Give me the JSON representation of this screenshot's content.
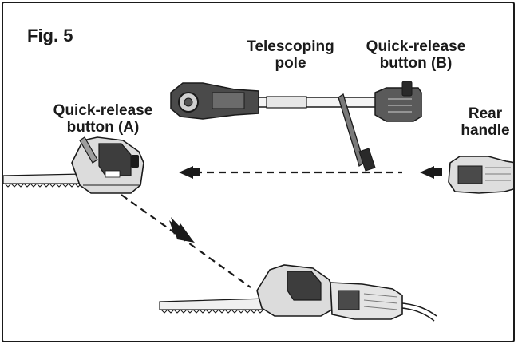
{
  "figure": {
    "title": "Fig. 5",
    "labels": {
      "telescoping_pole": {
        "line1": "Telescoping",
        "line2": "pole"
      },
      "quick_release_b": {
        "line1": "Quick-release",
        "line2": "button (B)"
      },
      "quick_release_a": {
        "line1": "Quick-release",
        "line2": "button (A)"
      },
      "rear_handle": {
        "line1": "Rear",
        "line2": "handle"
      }
    }
  },
  "colors": {
    "ink": "#1a1a1a",
    "tool_gray": "#9a9a9a",
    "tool_light": "#d9d9d9",
    "background": "#ffffff"
  }
}
